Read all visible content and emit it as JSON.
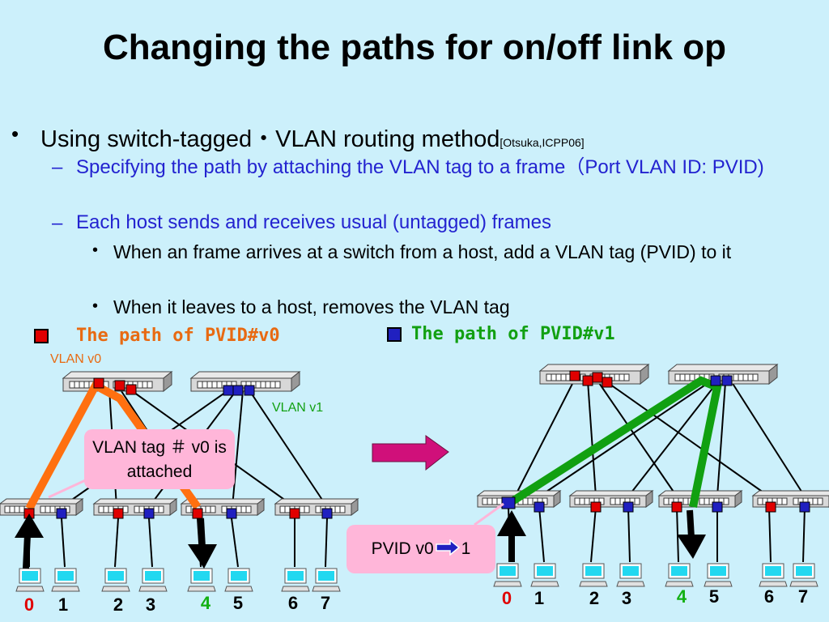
{
  "slide": {
    "title": "Changing the paths for on/off link op",
    "bullet1": {
      "text": "Using switch-tagged・VLAN routing method",
      "ref": "[Otsuka,ICPP06]"
    },
    "sub1": "Specifying the path by attaching the VLAN tag to a frame（Port VLAN ID: PVID)",
    "sub2": "Each host sends and receives usual (untagged)  frames",
    "subsub1": "When an frame arrives at a switch from a host, add a VLAN tag (PVID) to it",
    "subsub2": "When it leaves to a host, removes the VLAN tag"
  },
  "legend": {
    "v0": {
      "label": "The path of PVID#v0",
      "color": "#e86a12",
      "marker": "#e00000"
    },
    "v1": {
      "label": "The path of PVID#v1",
      "color": "#12a012",
      "marker": "#2020c0"
    }
  },
  "diagram": {
    "vlan_v0_label": "VLAN v0",
    "vlan_v1_label": "VLAN v1",
    "callout_left": "VLAN tag ＃ v0 is attached",
    "callout_right_prefix": "PVID v0",
    "callout_right_suffix": "1",
    "hosts": [
      "0",
      "1",
      "2",
      "3",
      "4",
      "5",
      "6",
      "7"
    ],
    "host_colors": {
      "source": "#e00000",
      "destination": "#12b012",
      "default": "#000000"
    },
    "path_v0_color": "#ff7010",
    "path_v1_color": "#11a011",
    "callout_color": "#ffb6d9",
    "transition_arrow_color": "#d0107a"
  }
}
